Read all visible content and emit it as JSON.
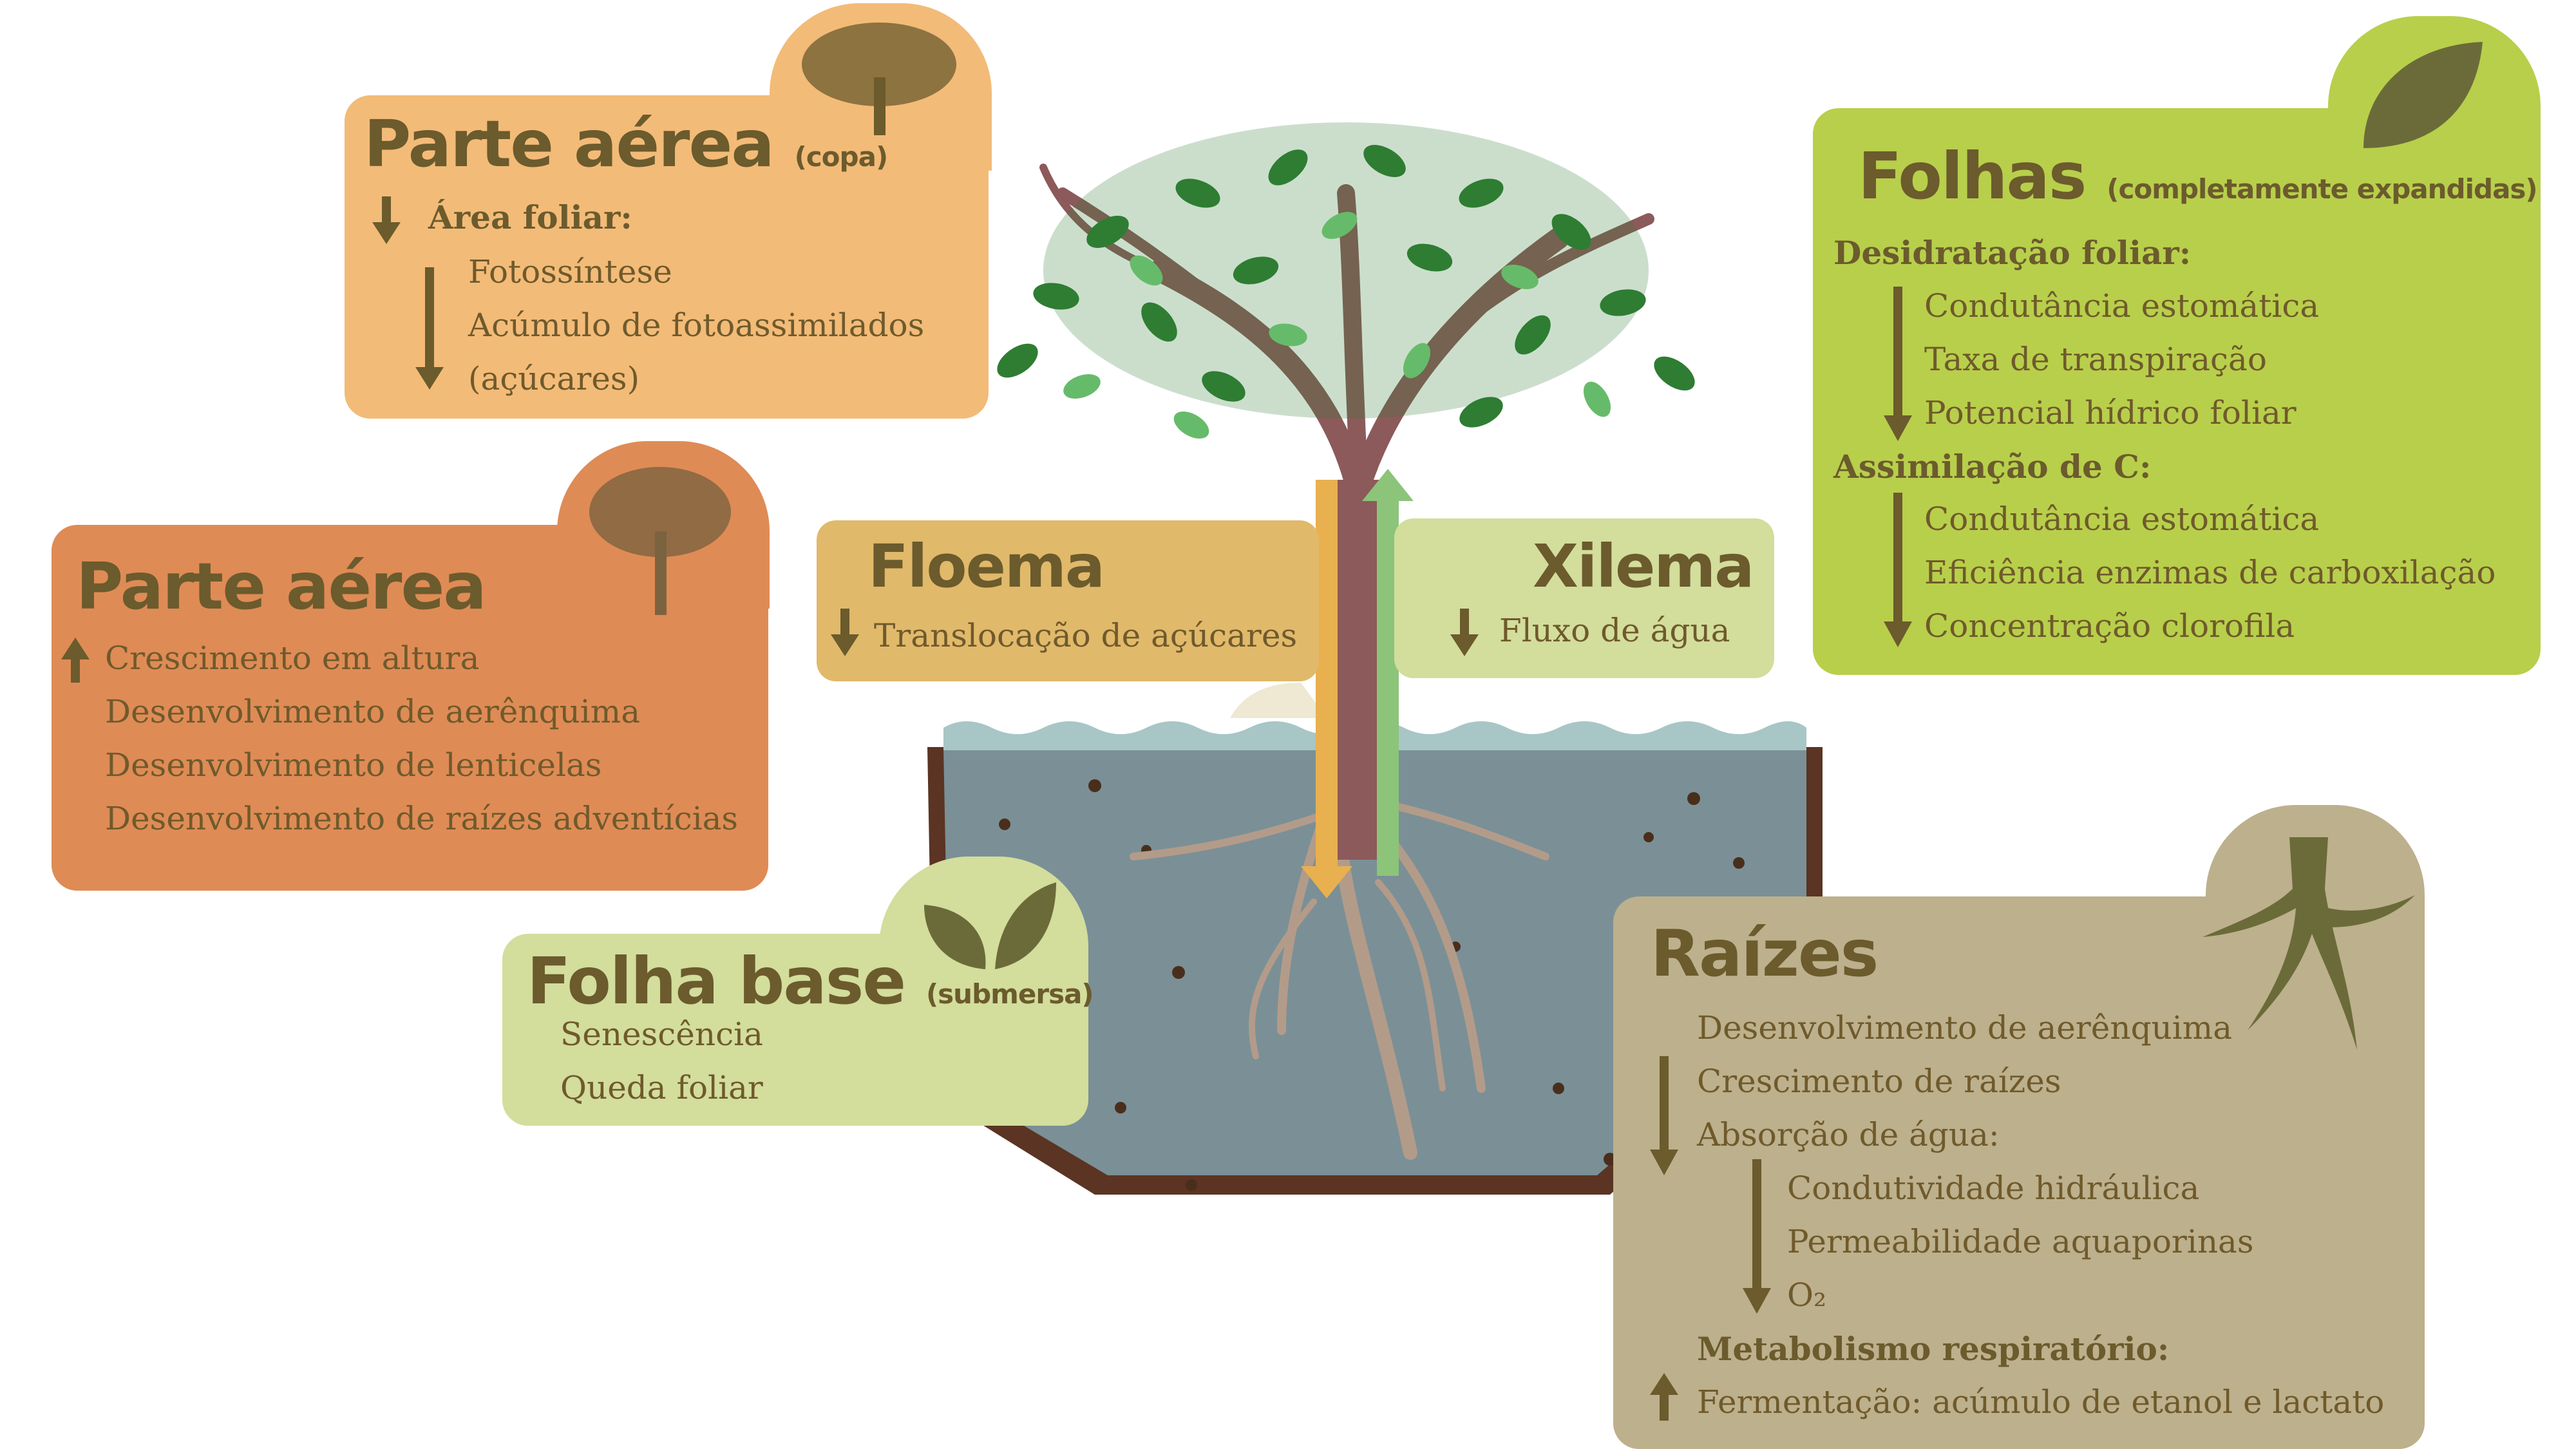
{
  "colors": {
    "copa_card": "#f3bb78",
    "parte_aerea_card": "#df8b55",
    "folhas_card": "#b8cf4b",
    "folha_base_card": "#d3dd9c",
    "raizes_card": "#bdb08c",
    "floema_label": "#e1b96a",
    "xilema_label": "#d3dd9c",
    "heading_text": "#6b5b2d",
    "body_text": "#6f5a2c",
    "water": "#7a9096",
    "pot_rim": "#5b3423",
    "trunk": "#8c5a5a",
    "phloem_arrow": "#e8b04f",
    "xylem_arrow": "#8cc47a"
  },
  "copa": {
    "title": "Parte aérea",
    "title_note": "(copa)",
    "section": "Área foliar:",
    "items": [
      "Fotossíntese",
      "Acúmulo de fotoassimilados",
      "(açúcares)"
    ],
    "icon": "tree-icon"
  },
  "parte_aerea": {
    "title": "Parte aérea",
    "items": [
      "Crescimento em altura",
      "Desenvolvimento de aerênquima",
      "Desenvolvimento de lenticelas",
      "Desenvolvimento de raízes adventícias"
    ],
    "icon": "tree-icon"
  },
  "floema": {
    "title": "Floema",
    "item": "Translocação de açúcares"
  },
  "xilema": {
    "title": "Xilema",
    "item": "Fluxo de água"
  },
  "folhas": {
    "title": "Folhas",
    "title_note": "(completamente expandidas)",
    "section1": "Desidratação foliar:",
    "items1": [
      "Condutância estomática",
      "Taxa de transpiração",
      "Potencial hídrico foliar"
    ],
    "section2": "Assimilação de C:",
    "items2": [
      "Condutância estomática",
      "Eficiência enzimas de carboxilação",
      "Concentração clorofila"
    ],
    "icon": "leaf-icon"
  },
  "folha_base": {
    "title": "Folha base",
    "title_note": "(submersa)",
    "items": [
      "Senescência",
      "Queda foliar"
    ],
    "icon": "leaves-icon"
  },
  "raizes": {
    "title": "Raízes",
    "items": [
      "Desenvolvimento de aerênquima",
      "Crescimento de raízes",
      "Absorção de água:"
    ],
    "subitems": [
      "Condutividade hidráulica",
      "Permeabilidade aquaporinas",
      "O₂"
    ],
    "section": "Metabolismo respiratório:",
    "last": "Fermentação: acúmulo de etanol e lactato",
    "icon": "root-icon"
  }
}
